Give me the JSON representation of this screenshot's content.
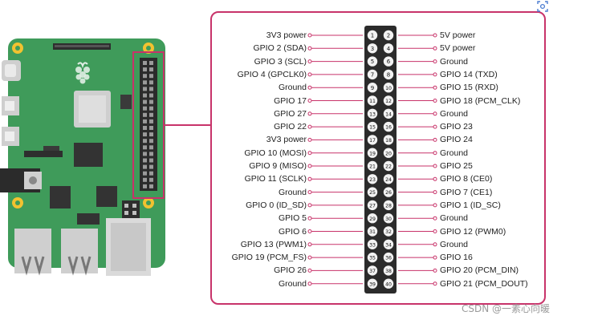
{
  "left_labels": [
    "3V3 power",
    "GPIO 2 (SDA)",
    "GPIO 3 (SCL)",
    "GPIO 4 (GPCLK0)",
    "Ground",
    "GPIO 17",
    "GPIO 27",
    "GPIO 22",
    "3V3 power",
    "GPIO 10 (MOSI)",
    "GPIO 9 (MISO)",
    "GPIO 11 (SCLK)",
    "Ground",
    "GPIO 0 (ID_SD)",
    "GPIO 5",
    "GPIO 6",
    "GPIO 13 (PWM1)",
    "GPIO 19 (PCM_FS)",
    "GPIO 26",
    "Ground"
  ],
  "right_labels": [
    "5V power",
    "5V power",
    "Ground",
    "GPIO 14 (TXD)",
    "GPIO 15 (RXD)",
    "GPIO 18 (PCM_CLK)",
    "Ground",
    "GPIO 23",
    "GPIO 24",
    "Ground",
    "GPIO 25",
    "GPIO 8 (CE0)",
    "GPIO 7 (CE1)",
    "GPIO 1 (ID_SC)",
    "Ground",
    "GPIO 12 (PWM0)",
    "Ground",
    "GPIO 16",
    "GPIO 20 (PCM_DIN)",
    "GPIO 21 (PCM_DOUT)"
  ],
  "watermark": "CSDN @一素心向暖",
  "colors": {
    "board": "#3f9b5a",
    "accent": "#c8336a",
    "pin_fill": "#f2f2f2",
    "header_bg": "#2b2b2b"
  }
}
